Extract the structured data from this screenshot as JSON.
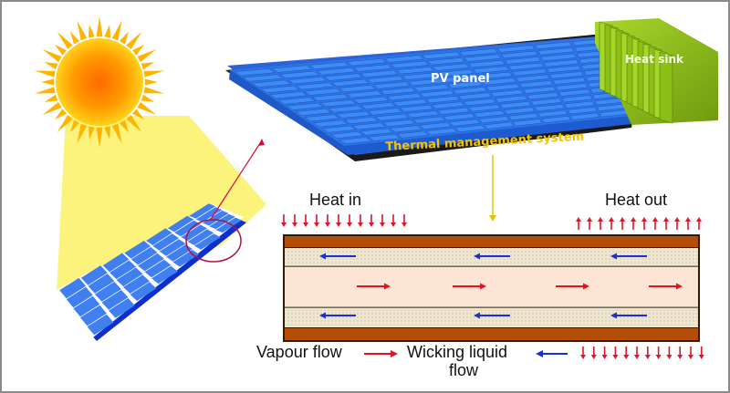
{
  "labels": {
    "pv_panel": "PV panel",
    "heat_sink": "Heat sink",
    "thermal_system": "Thermal management system",
    "heat_in": "Heat in",
    "heat_out": "Heat out",
    "vapour_flow": "Vapour flow",
    "wicking_liquid": "Wicking liquid",
    "wicking_flow": "flow"
  },
  "colors": {
    "sun_core": "#ff7a00",
    "sun_edge": "#ffd21a",
    "beam": "#fbf27a",
    "panel_blue": "#3f7ff0",
    "pv_top": "#2f74e6",
    "heat_sink": "#9acd1e",
    "pipe_wall": "#b34d07",
    "wick": "#ede3cf",
    "vapour_core": "#fde5d6",
    "vapour_arrow": "#e8101e",
    "liquid_arrow": "#1a2fd6",
    "heat_arrow": "#e0142a",
    "pointer_line": "#d0103a",
    "connector": "#e8c300"
  }
}
